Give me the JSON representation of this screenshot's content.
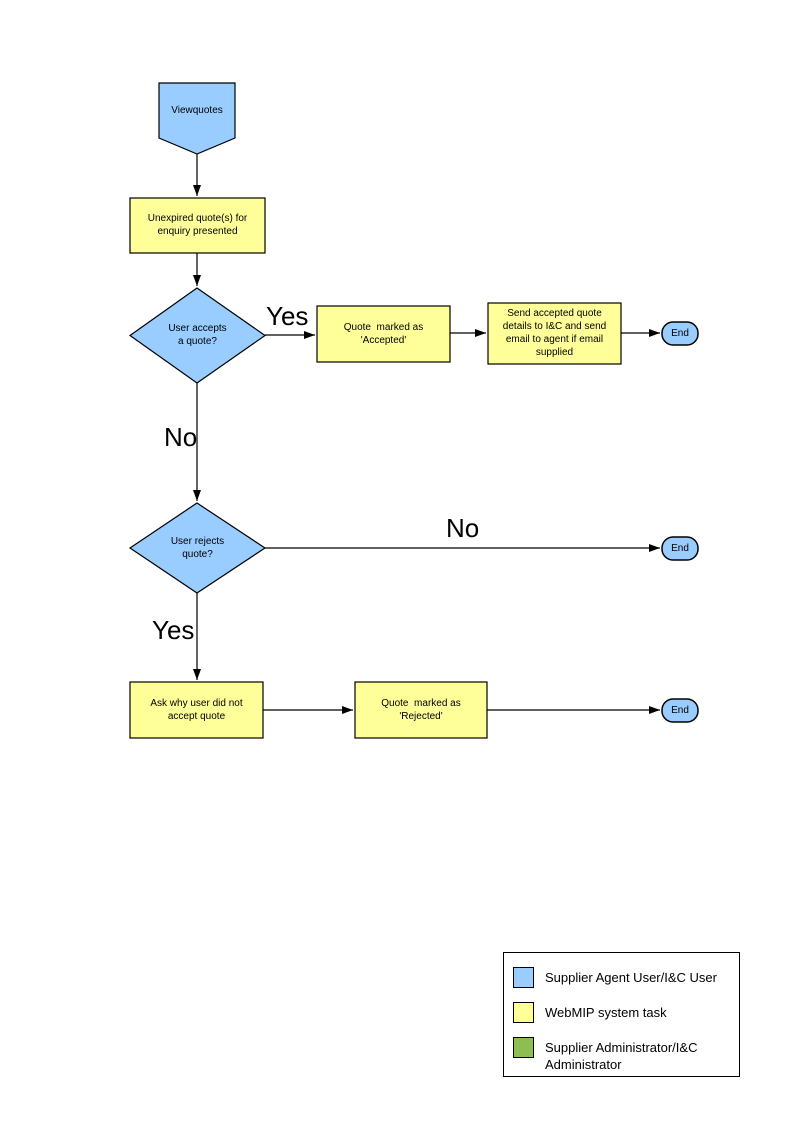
{
  "colors": {
    "user_shape": "#99CCFF",
    "system_shape": "#FFFF99",
    "admin_shape": "#8CBE50",
    "connector": "#000000",
    "background": "#FFFFFF"
  },
  "flowchart": {
    "start": "Viewquotes",
    "nodes": {
      "unexpired_quotes": "Unexpired quote(s) for\nenquiry presented",
      "user_accepts": "User accepts\na quote?",
      "quote_marked_accepted": "Quote  marked as\n'Accepted'",
      "send_accepted_details": "Send accepted quote\ndetails to I&C and send\nemail to agent if email\nsupplied",
      "user_rejects": "User rejects\nquote?",
      "ask_why": "Ask why user did not\naccept quote",
      "quote_marked_rejected": "Quote  marked as\n'Rejected'"
    },
    "edge_labels": {
      "accepts_yes": "Yes",
      "accepts_no": "No",
      "rejects_no": "No",
      "rejects_yes": "Yes"
    },
    "end": "End"
  },
  "legend": {
    "items": [
      {
        "color": "#99CCFF",
        "label": "Supplier Agent User/I&C User"
      },
      {
        "color": "#FFFF99",
        "label": "WebMIP system task"
      },
      {
        "color": "#8CBE50",
        "label": "Supplier Administrator/I&C\nAdministrator"
      }
    ]
  }
}
